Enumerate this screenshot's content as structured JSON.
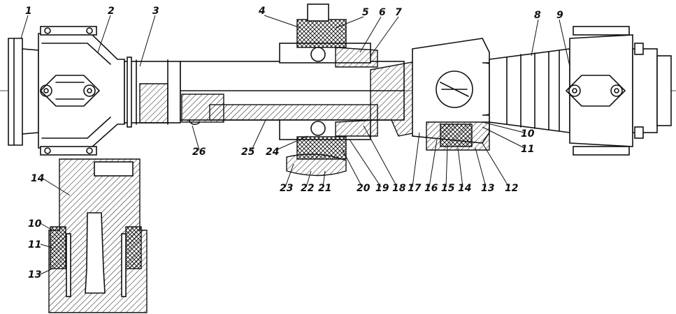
{
  "callouts": {
    "c1": "1",
    "c2": "2",
    "c3": "3",
    "c4": "4",
    "c5": "5",
    "c6": "6",
    "c7": "7",
    "c8": "8",
    "c9": "9",
    "c10": "10",
    "c11": "11",
    "c12": "12",
    "c13": "13",
    "c14": "14",
    "c15": "15",
    "c16": "16",
    "c17": "17",
    "c18": "18",
    "c19": "19",
    "c20": "20",
    "c21": "21",
    "c22": "22",
    "c23": "23",
    "c24": "24",
    "c25": "25",
    "c26": "26"
  },
  "detail_callouts": {
    "d14": "14",
    "d10": "10",
    "d11": "11",
    "d13": "13"
  }
}
